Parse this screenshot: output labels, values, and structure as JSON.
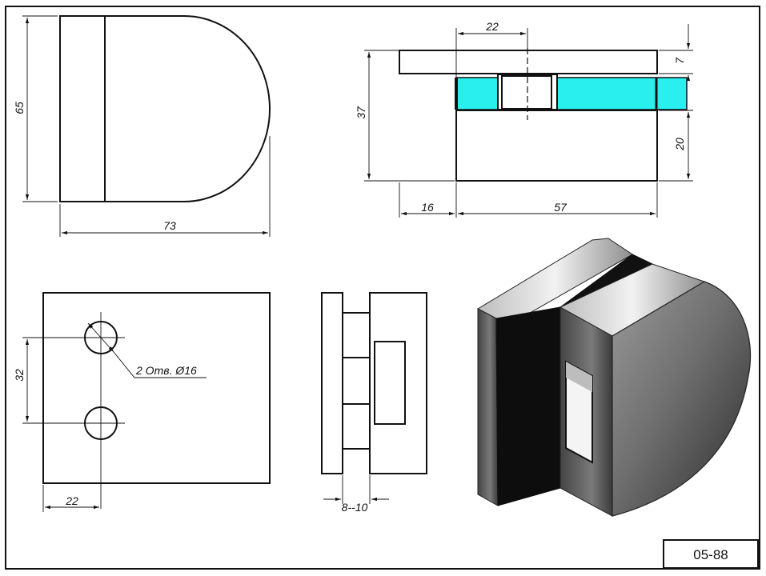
{
  "drawing": {
    "code": "05-88",
    "colors": {
      "line": "#111111",
      "glass": "#29f0ef",
      "background": "#ffffff"
    }
  },
  "front_view": {
    "height_label": "65",
    "width_label": "73"
  },
  "side_view": {
    "slot_label": "22",
    "top_plate_label": "7",
    "total_height_label": "37",
    "base_height_label": "20",
    "offset_label": "16",
    "base_width_label": "57"
  },
  "plan_view": {
    "hole_spacing_label": "32",
    "hole_offset_label": "22",
    "holes_note": "2 Отв. Ø16"
  },
  "end_view": {
    "glass_range_label": "8--10"
  },
  "iso_view": {
    "icon": "3d-glass-clamp-render"
  }
}
